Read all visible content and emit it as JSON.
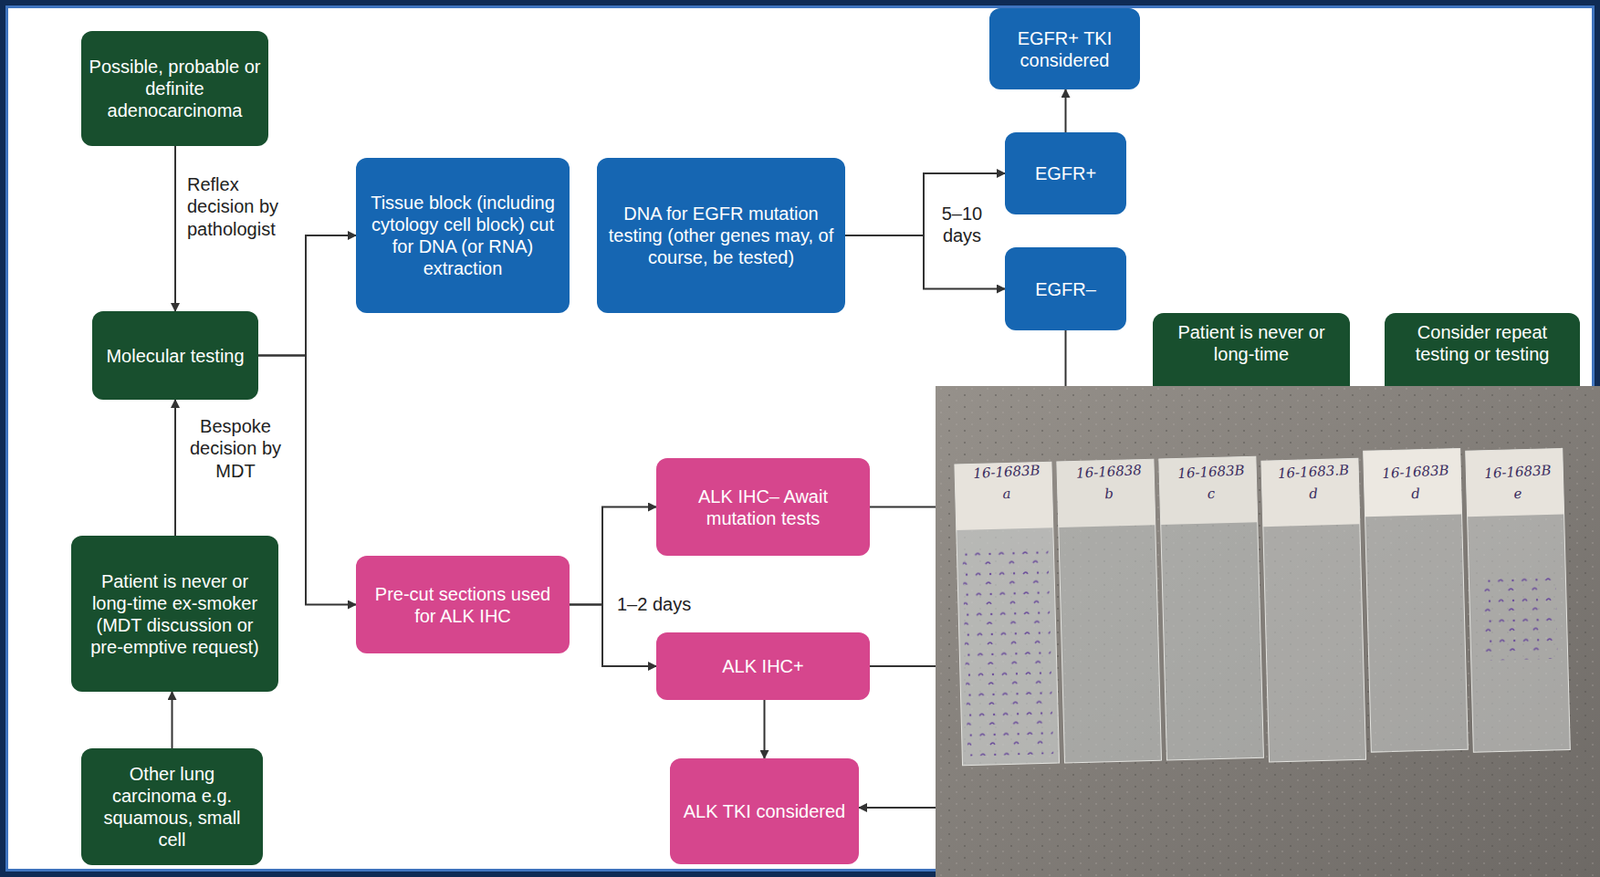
{
  "diagram": {
    "nodes": [
      {
        "text": [
          "Possible, probable or definite adenocarcinoma"
        ]
      },
      {
        "text": [
          "Molecular testing"
        ]
      },
      {
        "text": [
          "Patient is never or long-time ex-smoker (MDT discussion or pre-emptive request)"
        ]
      },
      {
        "text": [
          "Other lung carcinoma e.g. squamous, small cell"
        ]
      },
      {
        "text": [
          "Tissue block (including cytology cell block) cut for DNA (or RNA) extraction"
        ]
      },
      {
        "text": [
          "DNA for EGFR mutation testing (other genes may, of course, be tested)"
        ]
      },
      {
        "text": [
          "EGFR+ TKI considered"
        ]
      },
      {
        "text": [
          "EGFR+"
        ]
      },
      {
        "text": [
          "EGFR–"
        ]
      },
      {
        "text": [
          "Patient is never or long-time"
        ]
      },
      {
        "text": [
          "Consider repeat testing or testing"
        ]
      },
      {
        "text": [
          "ALK IHC– Await mutation tests"
        ]
      },
      {
        "text": [
          "Pre-cut sections used for ALK IHC"
        ]
      },
      {
        "text": [
          "ALK IHC+"
        ]
      },
      {
        "text": [
          "ALK TKI considered"
        ]
      }
    ],
    "edges": [
      {
        "from": 0,
        "to": 1,
        "arrow": "to"
      },
      {
        "from": 1,
        "to": 4,
        "arrow": "to"
      },
      {
        "from": 1,
        "to": 12,
        "arrow": "to"
      },
      {
        "from": 5,
        "to": 7,
        "arrow": "to"
      },
      {
        "from": 5,
        "to": 8,
        "arrow": "to"
      },
      {
        "from": 7,
        "to": 6,
        "arrow": "to"
      },
      {
        "from": 3,
        "to": 2,
        "arrow": "to"
      },
      {
        "from": 2,
        "to": 1,
        "arrow": "to"
      },
      {
        "from": 12,
        "to": 11,
        "arrow": "to"
      },
      {
        "from": 12,
        "to": 13,
        "arrow": "to"
      },
      {
        "from": 13,
        "to": 14,
        "arrow": "to"
      }
    ],
    "labels": [
      "Reflex decision by pathologist",
      "Bespoke decision by MDT",
      "5–10 days",
      "1–2 days",
      "16-1683B",
      "a",
      "16-16838",
      "b",
      "16-1683B",
      "c",
      "16-1683.B",
      "d",
      "16-1683B",
      "d",
      "16-1683B",
      "e"
    ]
  }
}
